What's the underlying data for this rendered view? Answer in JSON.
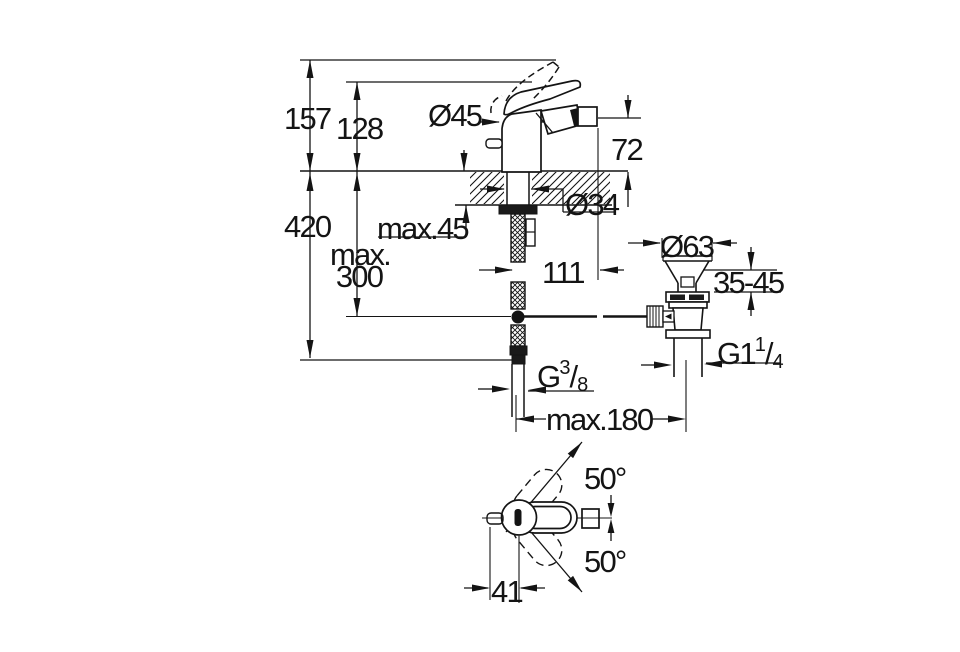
{
  "drawing": {
    "type": "technical-dimension-drawing",
    "subject": "single-lever bidet mixer with pop-up waste",
    "line_color": "#141414",
    "background_color": "#ffffff",
    "labels": {
      "total_height": "157",
      "handle_height": "128",
      "body_diameter": "Ø45",
      "spout_height": "72",
      "total_depth": "420",
      "deck_thickness": "max.45",
      "hole_diameter": "Ø34",
      "hose_max_line1": "max.",
      "hose_max_line2": "300",
      "spout_reach": "111",
      "waste_flange_diameter": "Ø63",
      "clamp_range": "35-45",
      "max_spacing": "max.180",
      "swivel_upper": "50°",
      "swivel_lower": "50°",
      "handle_offset": "41",
      "waste_thread": {
        "base": "G1",
        "sup": "1",
        "slash": "/",
        "sub": "4"
      },
      "supply_thread": {
        "base": "G",
        "sup": "3",
        "slash": "/",
        "sub": "8"
      }
    }
  }
}
